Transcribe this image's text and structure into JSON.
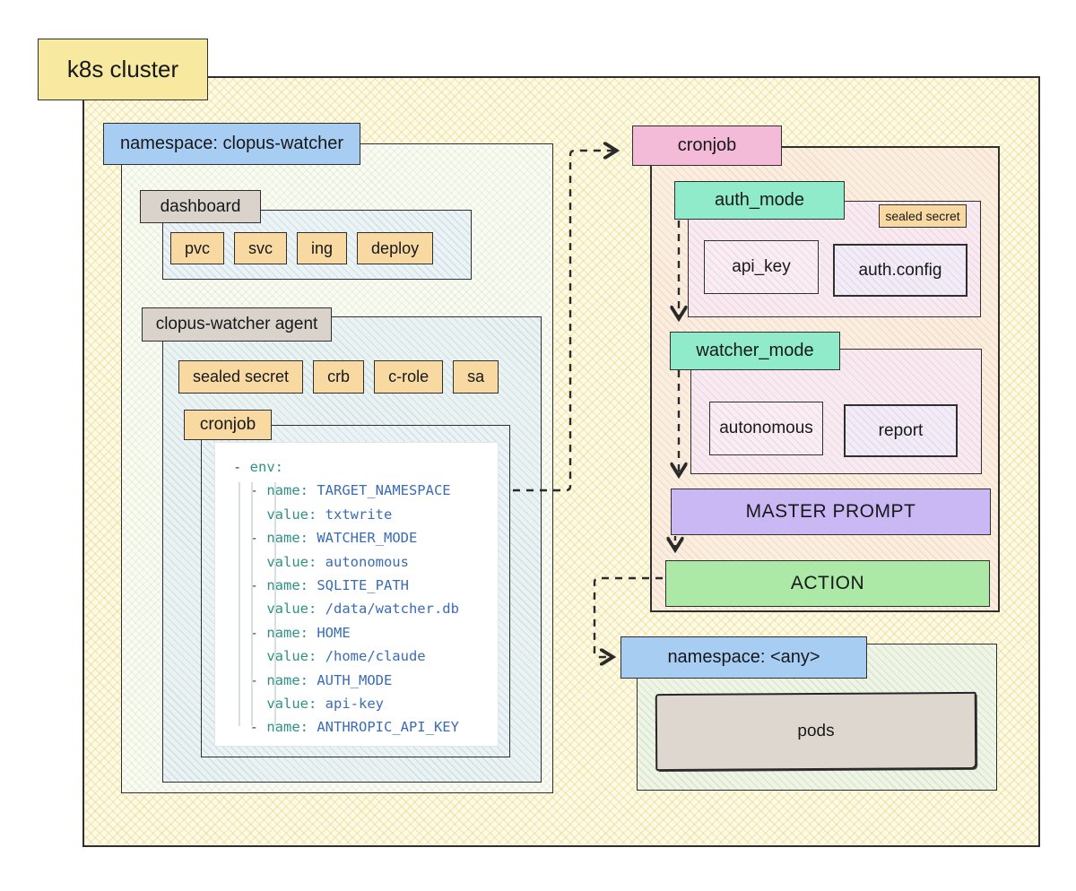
{
  "cluster": {
    "label": "k8s cluster",
    "namespace": {
      "label": "namespace: clopus-watcher",
      "dashboard": {
        "label": "dashboard",
        "resources": [
          "pvc",
          "svc",
          "ing",
          "deploy"
        ]
      },
      "agent": {
        "label": "clopus-watcher agent",
        "resources": [
          "sealed secret",
          "crb",
          "c-role",
          "sa"
        ],
        "cronjob": {
          "label": "cronjob",
          "code_lines": [
            [
              {
                "t": "- ",
                "k": "p"
              },
              {
                "t": "env:",
                "k": "key"
              }
            ],
            [
              {
                "t": "  - ",
                "k": "p"
              },
              {
                "t": "name: ",
                "k": "key"
              },
              {
                "t": "TARGET_NAMESPACE",
                "k": "val"
              }
            ],
            [
              {
                "t": "    ",
                "k": "p"
              },
              {
                "t": "value: ",
                "k": "key"
              },
              {
                "t": "txtwrite",
                "k": "val"
              }
            ],
            [
              {
                "t": "  - ",
                "k": "p"
              },
              {
                "t": "name: ",
                "k": "key"
              },
              {
                "t": "WATCHER_MODE",
                "k": "val"
              }
            ],
            [
              {
                "t": "    ",
                "k": "p"
              },
              {
                "t": "value: ",
                "k": "key"
              },
              {
                "t": "autonomous",
                "k": "val"
              }
            ],
            [
              {
                "t": "  - ",
                "k": "p"
              },
              {
                "t": "name: ",
                "k": "key"
              },
              {
                "t": "SQLITE_PATH",
                "k": "val"
              }
            ],
            [
              {
                "t": "    ",
                "k": "p"
              },
              {
                "t": "value: ",
                "k": "key"
              },
              {
                "t": "/data/watcher.db",
                "k": "val"
              }
            ],
            [
              {
                "t": "  - ",
                "k": "p"
              },
              {
                "t": "name: ",
                "k": "key"
              },
              {
                "t": "HOME",
                "k": "val"
              }
            ],
            [
              {
                "t": "    ",
                "k": "p"
              },
              {
                "t": "value: ",
                "k": "key"
              },
              {
                "t": "/home/claude",
                "k": "val"
              }
            ],
            [
              {
                "t": "  - ",
                "k": "p"
              },
              {
                "t": "name: ",
                "k": "key"
              },
              {
                "t": "AUTH_MODE",
                "k": "val"
              }
            ],
            [
              {
                "t": "    ",
                "k": "p"
              },
              {
                "t": "value: ",
                "k": "key"
              },
              {
                "t": "api-key",
                "k": "val"
              }
            ],
            [
              {
                "t": "  - ",
                "k": "p"
              },
              {
                "t": "name: ",
                "k": "key"
              },
              {
                "t": "ANTHROPIC_API_KEY",
                "k": "val"
              }
            ]
          ]
        }
      }
    },
    "pipeline": {
      "cronjob_label": "cronjob",
      "auth_mode": {
        "label": "auth_mode",
        "badge": "sealed secret",
        "options": [
          "api_key",
          "auth.config"
        ]
      },
      "watcher_mode": {
        "label": "watcher_mode",
        "options": [
          "autonomous",
          "report"
        ]
      },
      "master_prompt_label": "MASTER PROMPT",
      "action_label": "ACTION"
    },
    "target": {
      "label": "namespace: <any>",
      "pods_label": "pods"
    }
  },
  "colors": {
    "label_yellow": "#f8e9a1",
    "label_blue": "#a7cef2",
    "label_gray": "#dad3cb",
    "chip_orange": "#f8d9a1",
    "label_pink": "#f3bbd7",
    "label_mint": "#90ebcb",
    "master_purple": "#cab8f4",
    "action_green": "#ace9a6",
    "pods_beige": "#ded7cf",
    "border_dark": "#2f2f2f",
    "code_key_teal": "#2e9184",
    "code_value_blue": "#3a6cb5"
  }
}
